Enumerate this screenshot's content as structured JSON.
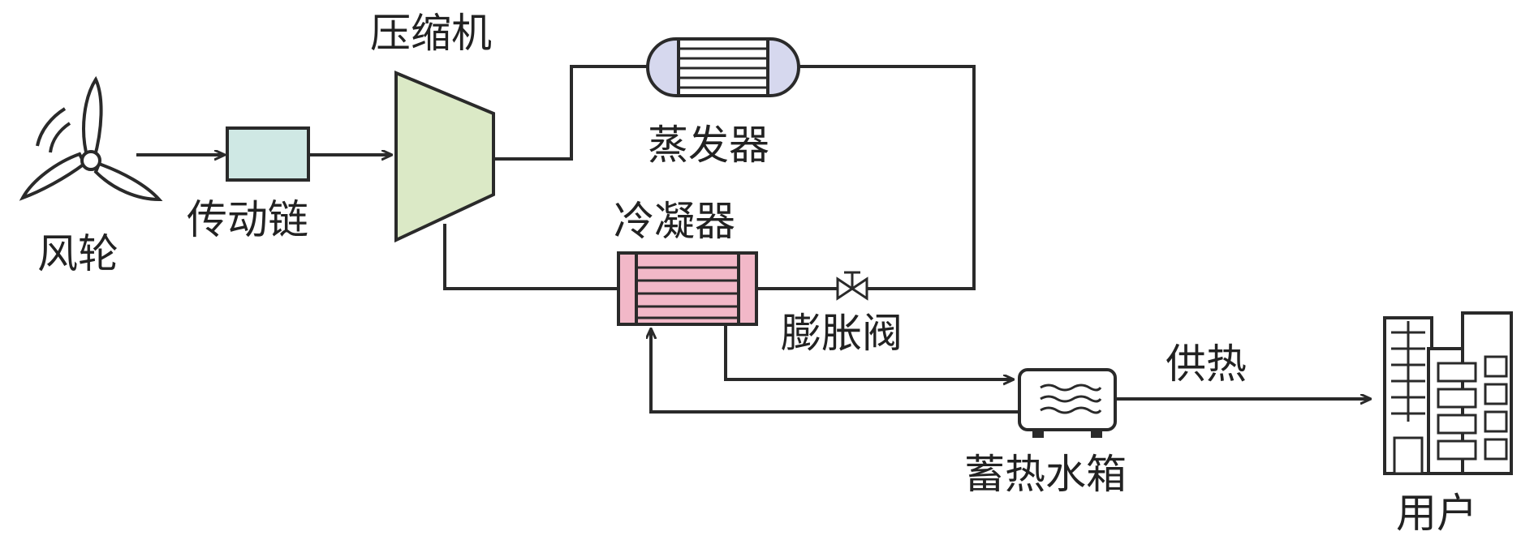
{
  "diagram": {
    "labels": {
      "wind_rotor": "风轮",
      "drive_chain": "传动链",
      "compressor": "压缩机",
      "evaporator": "蒸发器",
      "condenser": "冷凝器",
      "expansion_valve": "膨胀阀",
      "heat_storage_tank": "蓄热水箱",
      "heat_supply": "供热",
      "user": "用户"
    },
    "colors": {
      "line": "#2a2a2a",
      "drive_chain_fill": "#cfe8e4",
      "compressor_fill": "#dbe9c6",
      "evaporator_fill": "#d6d8ee",
      "condenser_fill": "#f2b8c8",
      "building_fill": "#ffffff"
    },
    "icons": {
      "wind_rotor": "wind-turbine-icon",
      "expansion_valve": "valve-icon",
      "heat_storage_tank": "water-tank-icon",
      "user": "building-icon"
    }
  }
}
